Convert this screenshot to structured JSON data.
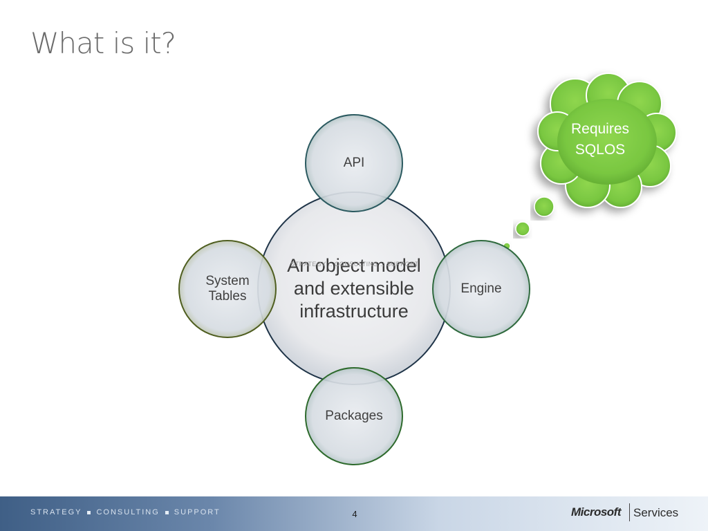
{
  "slide": {
    "title": "What is it?",
    "page_number": "4"
  },
  "diagram": {
    "center": {
      "label": "An object model and extensible infrastructure"
    },
    "satellites": {
      "top": "API",
      "right": "Engine",
      "bottom": "Packages",
      "left_line1": "System",
      "left_line2": "Tables"
    },
    "watermark": "STRATEGY :: CONSULTING :: SUPPORT",
    "callout": {
      "line1": "Requires",
      "line2": "SQLOS",
      "color": "#7cc943"
    }
  },
  "footer": {
    "tag_items": [
      "STRATEGY",
      "CONSULTING",
      "SUPPORT"
    ],
    "brand": "Microsoft",
    "brand_suffix": "Services"
  }
}
